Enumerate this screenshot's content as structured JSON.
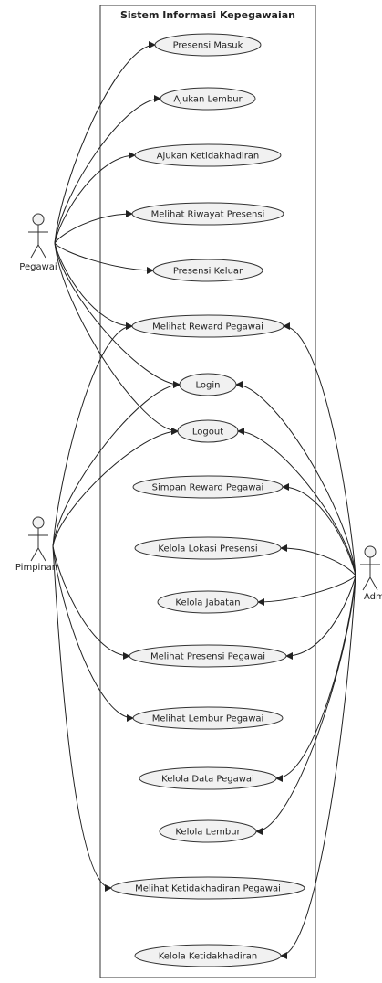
{
  "system": {
    "title": "Sistem Informasi Kepegawaian"
  },
  "actors": [
    {
      "id": "pegawai",
      "label": "Pegawai"
    },
    {
      "id": "pimpinan",
      "label": "Pimpinan"
    },
    {
      "id": "admin",
      "label": "Admin"
    }
  ],
  "use_cases": [
    {
      "id": "presensi-masuk",
      "label": "Presensi Masuk"
    },
    {
      "id": "ajukan-lembur",
      "label": "Ajukan Lembur"
    },
    {
      "id": "ajukan-ketidakhadiran",
      "label": "Ajukan Ketidakhadiran"
    },
    {
      "id": "melihat-riwayat-presensi",
      "label": "Melihat Riwayat Presensi"
    },
    {
      "id": "presensi-keluar",
      "label": "Presensi Keluar"
    },
    {
      "id": "melihat-reward-pegawai",
      "label": "Melihat Reward Pegawai"
    },
    {
      "id": "login",
      "label": "Login"
    },
    {
      "id": "logout",
      "label": "Logout"
    },
    {
      "id": "simpan-reward-pegawai",
      "label": "Simpan Reward Pegawai"
    },
    {
      "id": "kelola-lokasi-presensi",
      "label": "Kelola Lokasi Presensi"
    },
    {
      "id": "kelola-jabatan",
      "label": "Kelola Jabatan"
    },
    {
      "id": "melihat-presensi-pegawai",
      "label": "Melihat Presensi Pegawai"
    },
    {
      "id": "melihat-lembur-pegawai",
      "label": "Melihat Lembur Pegawai"
    },
    {
      "id": "kelola-data-pegawai",
      "label": "Kelola Data Pegawai"
    },
    {
      "id": "kelola-lembur",
      "label": "Kelola Lembur"
    },
    {
      "id": "melihat-ketidakhadiran-pegawai",
      "label": "Melihat Ketidakhadiran Pegawai"
    },
    {
      "id": "kelola-ketidakhadiran",
      "label": "Kelola Ketidakhadiran"
    }
  ],
  "associations": [
    {
      "actor": "pegawai",
      "use_case": "presensi-masuk"
    },
    {
      "actor": "pegawai",
      "use_case": "ajukan-lembur"
    },
    {
      "actor": "pegawai",
      "use_case": "ajukan-ketidakhadiran"
    },
    {
      "actor": "pegawai",
      "use_case": "melihat-riwayat-presensi"
    },
    {
      "actor": "pegawai",
      "use_case": "presensi-keluar"
    },
    {
      "actor": "pegawai",
      "use_case": "melihat-reward-pegawai"
    },
    {
      "actor": "pegawai",
      "use_case": "login"
    },
    {
      "actor": "pegawai",
      "use_case": "logout"
    },
    {
      "actor": "pimpinan",
      "use_case": "melihat-reward-pegawai"
    },
    {
      "actor": "pimpinan",
      "use_case": "login"
    },
    {
      "actor": "pimpinan",
      "use_case": "logout"
    },
    {
      "actor": "pimpinan",
      "use_case": "melihat-presensi-pegawai"
    },
    {
      "actor": "pimpinan",
      "use_case": "melihat-lembur-pegawai"
    },
    {
      "actor": "pimpinan",
      "use_case": "melihat-ketidakhadiran-pegawai"
    },
    {
      "actor": "admin",
      "use_case": "melihat-reward-pegawai"
    },
    {
      "actor": "admin",
      "use_case": "login"
    },
    {
      "actor": "admin",
      "use_case": "logout"
    },
    {
      "actor": "admin",
      "use_case": "simpan-reward-pegawai"
    },
    {
      "actor": "admin",
      "use_case": "kelola-lokasi-presensi"
    },
    {
      "actor": "admin",
      "use_case": "kelola-jabatan"
    },
    {
      "actor": "admin",
      "use_case": "melihat-presensi-pegawai"
    },
    {
      "actor": "admin",
      "use_case": "kelola-data-pegawai"
    },
    {
      "actor": "admin",
      "use_case": "kelola-lembur"
    },
    {
      "actor": "admin",
      "use_case": "kelola-ketidakhadiran"
    }
  ]
}
